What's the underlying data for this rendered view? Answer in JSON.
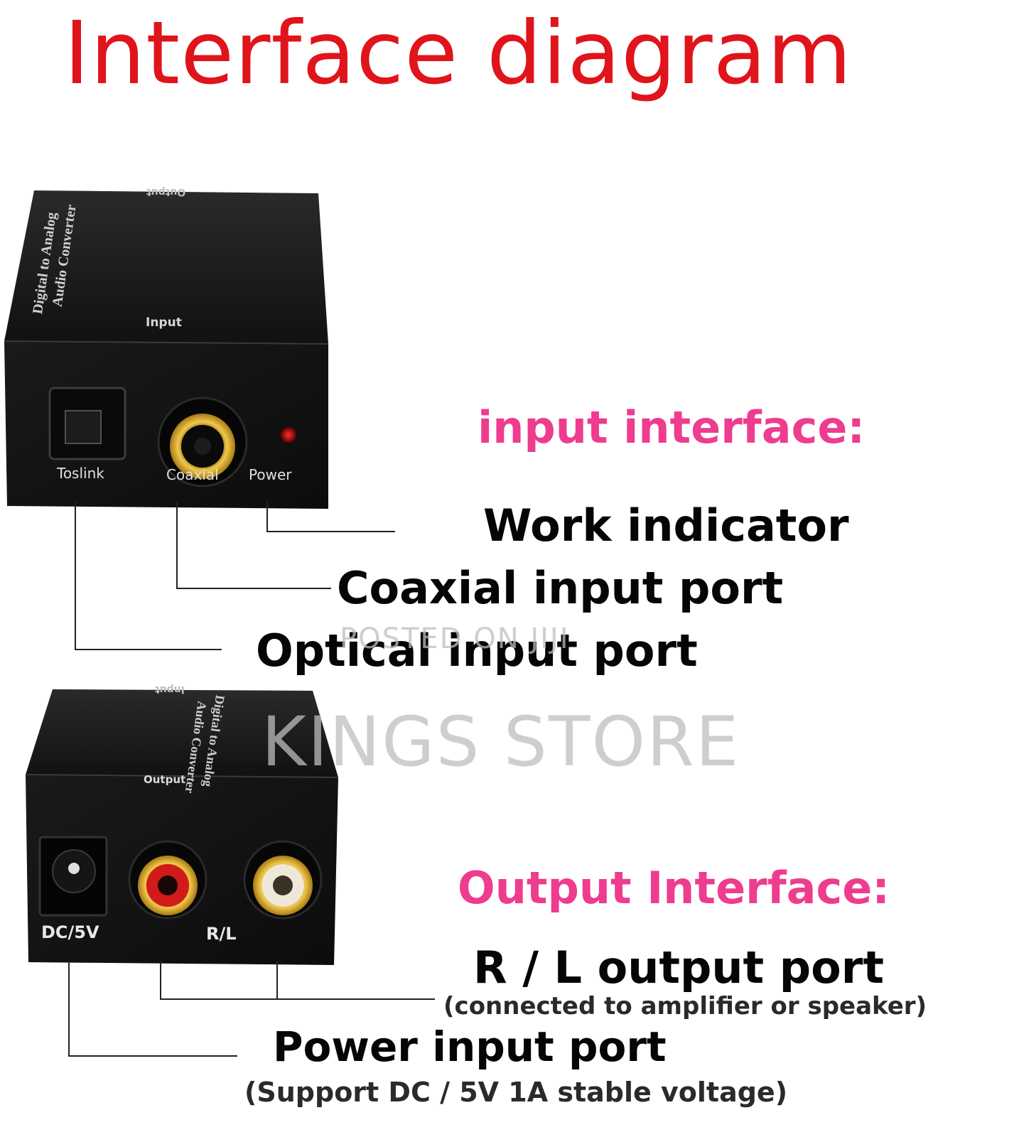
{
  "title": "Interface diagram",
  "top_device": {
    "side_text_line1": "Digital to Analog",
    "side_text_line2": "Audio Converter",
    "top_text": "Output",
    "face_title": "Input",
    "port_labels": [
      "Toslink",
      "Coaxial",
      "Power"
    ]
  },
  "bottom_device": {
    "top_text": "Input",
    "side_text_line1": "Digital to Analog",
    "side_text_line2": "Audio Converter",
    "face_title": "Output",
    "port_labels": [
      "DC/5V",
      "R/L"
    ]
  },
  "input_section": {
    "heading": "input interface:",
    "items": [
      "Work indicator",
      "Coaxial input port",
      "Optical input port"
    ]
  },
  "output_section": {
    "heading": "Output Interface:",
    "rl_label": "R / L output port",
    "rl_note": "(connected to amplifier or speaker)",
    "power_label": "Power input port",
    "power_note": "(Support DC / 5V 1A stable voltage)"
  },
  "watermark": {
    "line1": "POSTED ON JIJI",
    "line2": "KINGS STORE"
  },
  "colors": {
    "title": "#e0141b",
    "section_heading": "#ee3c8e",
    "label": "#050505",
    "device_body": "#141414"
  }
}
